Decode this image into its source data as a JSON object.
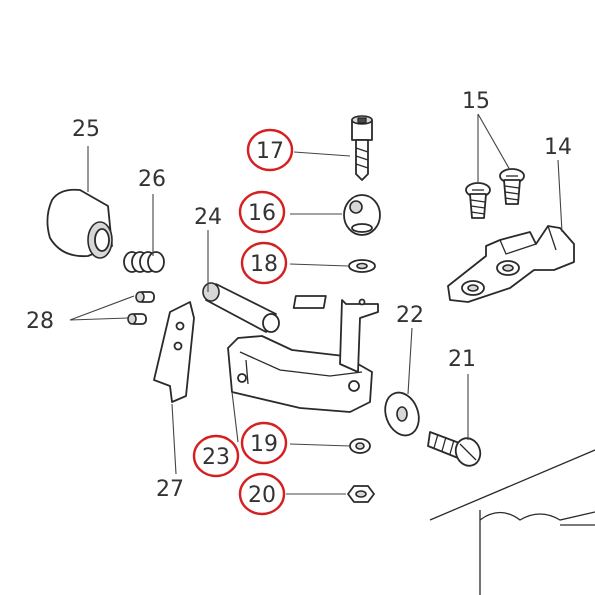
{
  "callouts": {
    "p14": "14",
    "p15": "15",
    "p16": "16",
    "p17": "17",
    "p18": "18",
    "p19": "19",
    "p20": "20",
    "p21": "21",
    "p22": "22",
    "p23": "23",
    "p24": "24",
    "p25": "25",
    "p26": "26",
    "p27": "27",
    "p28": "28"
  },
  "highlight_color": "#d42020",
  "highlighted_parts": [
    "16",
    "17",
    "18",
    "19",
    "20",
    "23"
  ]
}
